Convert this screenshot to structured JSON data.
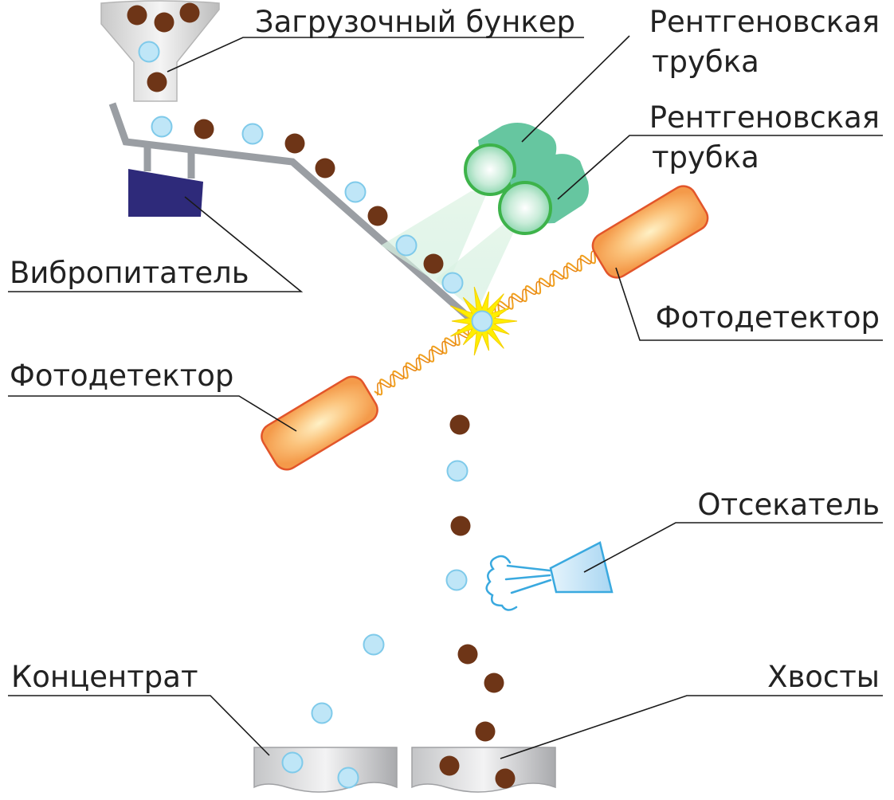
{
  "labels": {
    "hopper": "Загрузочный бункер",
    "xray_tube_1": "Рентгеновская",
    "xray_tube_1_line2": "трубка",
    "xray_tube_2": "Рентгеновская",
    "xray_tube_2_line2": "трубка",
    "vibrofeeder": "Вибропитатель",
    "photodetector_right": "Фотодетектор",
    "photodetector_left": "Фотодетектор",
    "ejector": "Отсекатель",
    "concentrate": "Концентрат",
    "tailings": "Хвосты"
  },
  "colors": {
    "ore_particle": "#6e3517",
    "mineral_particle": "#bfe6f7",
    "mineral_outline": "#7fcaea",
    "hopper": "#d9d9d9",
    "vibrofeeder_motor": "#2e2a7a",
    "chute": "#9a9ea3",
    "xray_tube": "#66c6a0",
    "xray_lens": "#3db34a",
    "photodetector": "#f6a24f",
    "photodetector_outline": "#e2552a",
    "signal_wave": "#f0a020",
    "flash": "#ffee00",
    "ejector": "#bfe1f5",
    "ejector_outline": "#3aa9df",
    "bin": "#d6d7d9"
  }
}
